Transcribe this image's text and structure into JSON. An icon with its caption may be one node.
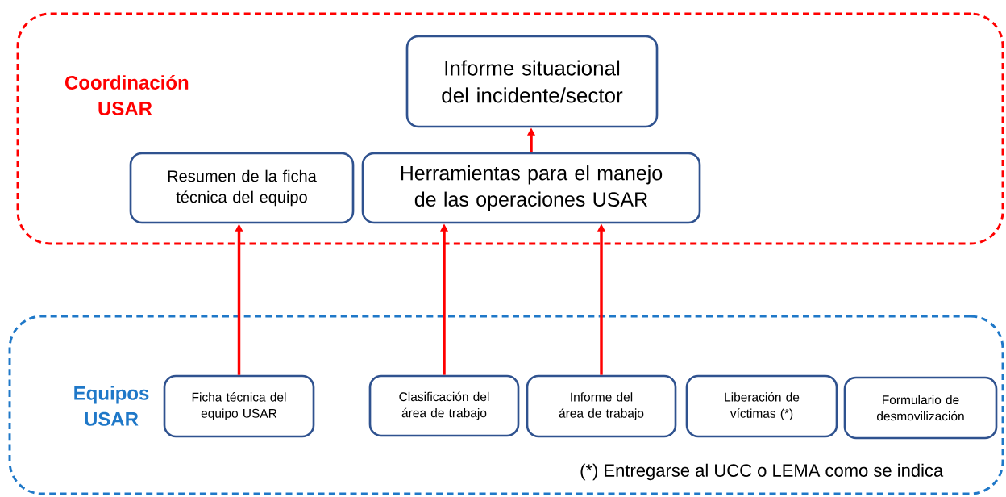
{
  "diagram": {
    "nodes": [
      {
        "text": [
          "Coordinación USAR"
        ]
      },
      {
        "text": [
          "Informe situacional del incidente/sector"
        ],
        "in": 0
      },
      {
        "text": [
          "Resumen de la ficha técnica del equipo"
        ],
        "in": 0
      },
      {
        "text": [
          "Herramientas para el manejo de las operaciones USAR"
        ],
        "in": 0
      },
      {
        "text": [
          "Equipos USAR"
        ]
      },
      {
        "text": [
          "Ficha técnica del equipo USAR"
        ],
        "in": 4
      },
      {
        "text": [
          "Clasificación del área de trabajo"
        ],
        "in": 4
      },
      {
        "text": [
          "Informe del área de trabajo"
        ],
        "in": 4
      },
      {
        "text": [
          "Liberación de víctimas (*)"
        ],
        "in": 4
      },
      {
        "text": [
          "Formulario de desmovilización"
        ],
        "in": 4
      }
    ],
    "edges": [
      {
        "from": 5,
        "to": 2,
        "arrow": "to"
      },
      {
        "from": 6,
        "to": 3,
        "arrow": "to"
      },
      {
        "from": 7,
        "to": 3,
        "arrow": "to"
      },
      {
        "from": 3,
        "to": 1,
        "arrow": "to"
      }
    ],
    "labels": [
      "(*) Entregarse al UCC o LEMA como se indica"
    ]
  }
}
